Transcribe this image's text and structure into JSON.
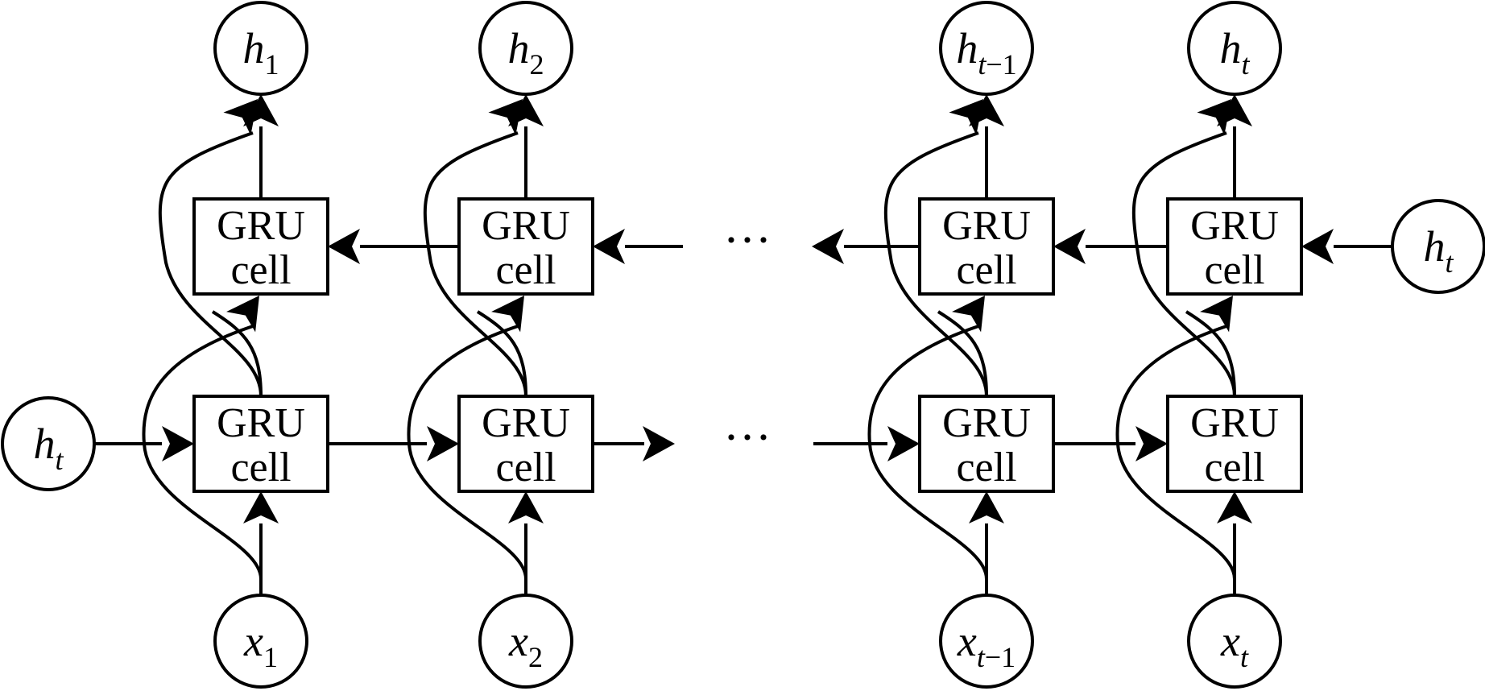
{
  "cell": {
    "line1": "GRU",
    "line2": "cell"
  },
  "ellipsis": "···",
  "inputs": [
    {
      "main": "x",
      "sub": "1"
    },
    {
      "main": "x",
      "sub": "2"
    },
    {
      "main": "x",
      "sub_it": "t",
      "sub": "−1"
    },
    {
      "main": "x",
      "sub_it": "t",
      "sub": ""
    }
  ],
  "outputs": [
    {
      "main": "h",
      "sub": "1"
    },
    {
      "main": "h",
      "sub": "2"
    },
    {
      "main": "h",
      "sub_it": "t",
      "sub": "−1"
    },
    {
      "main": "h",
      "sub_it": "t",
      "sub": ""
    }
  ],
  "forward_initial": {
    "main": "h",
    "sub_it": "t"
  },
  "backward_initial": {
    "main": "h",
    "sub_it": "t"
  }
}
